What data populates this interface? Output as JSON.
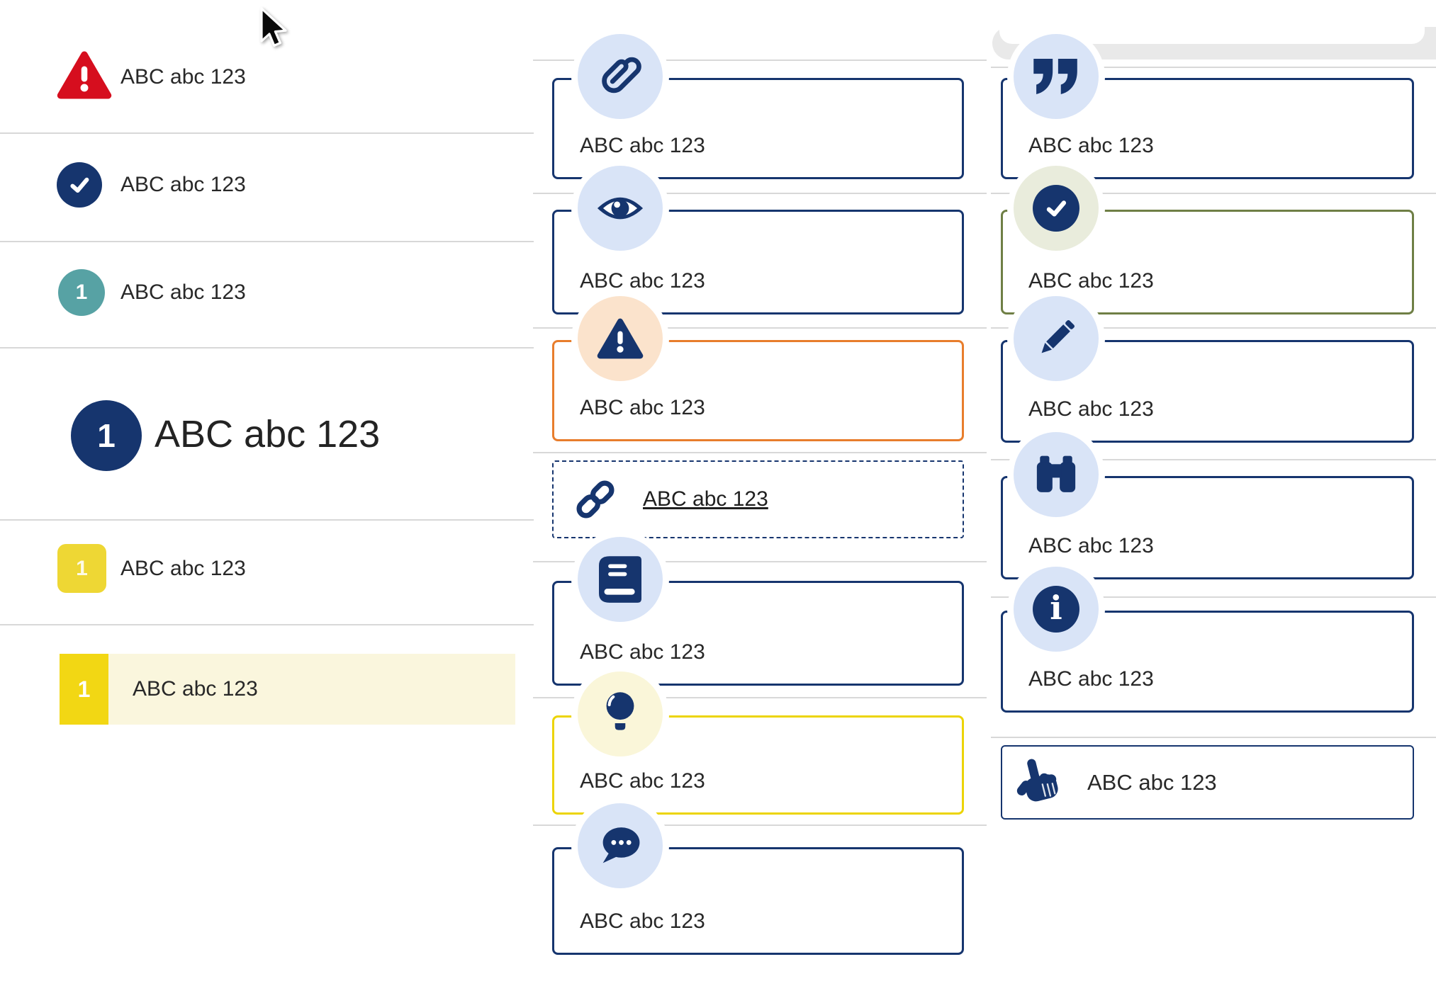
{
  "label_text": "ABC abc 123",
  "colors": {
    "navy": "#16356e",
    "red": "#d60e1e",
    "teal": "#57a2a4",
    "orange": "#e87d2c",
    "olive": "#6f7f45",
    "yellow-border": "#ecd404",
    "yellow-square": "#eed734",
    "yellow-square-bright": "#f2d714",
    "yellow-row-bg": "#faf6dd",
    "pale-yellow-circle": "#faf6d9",
    "light-blue": "#d9e4f7",
    "peach": "#fbe3cc",
    "sage": "#e9ecdc",
    "divider": "#d8d8d8",
    "text": "#282828",
    "band-gray": "#e9e9e9"
  },
  "left_list": {
    "items": [
      {
        "icon": "warning-triangle",
        "label": "ABC abc 123"
      },
      {
        "icon": "check-circle",
        "label": "ABC abc 123"
      },
      {
        "icon": "numbered-circle-teal",
        "number": "1",
        "label": "ABC abc 123"
      },
      {
        "icon": "numbered-circle-navy-large",
        "number": "1",
        "label": "ABC abc 123"
      },
      {
        "icon": "numbered-square-yellow",
        "number": "1",
        "label": "ABC abc 123"
      },
      {
        "icon": "numbered-square-yellow-highlighted",
        "number": "1",
        "label": "ABC abc 123"
      }
    ]
  },
  "middle_column": {
    "cards": [
      {
        "icon": "paperclip",
        "style": "navy",
        "label": "ABC abc 123"
      },
      {
        "icon": "eye",
        "style": "navy",
        "label": "ABC abc 123"
      },
      {
        "icon": "warning",
        "style": "orange",
        "label": "ABC abc 123"
      },
      {
        "icon": "link",
        "style": "dashed",
        "label": "ABC abc 123"
      },
      {
        "icon": "book",
        "style": "navy",
        "label": "ABC abc 123"
      },
      {
        "icon": "lightbulb",
        "style": "yellow",
        "label": "ABC abc 123"
      },
      {
        "icon": "chat",
        "style": "navy",
        "label": "ABC abc 123"
      }
    ]
  },
  "right_column": {
    "cards": [
      {
        "icon": "quote",
        "style": "navy",
        "label": "ABC abc 123"
      },
      {
        "icon": "check",
        "style": "olive",
        "label": "ABC abc 123"
      },
      {
        "icon": "pencil",
        "style": "navy",
        "label": "ABC abc 123"
      },
      {
        "icon": "binoculars",
        "style": "navy",
        "label": "ABC abc 123"
      },
      {
        "icon": "info",
        "style": "navy",
        "label": "ABC abc 123"
      },
      {
        "icon": "pointing-hand",
        "style": "navy-thin",
        "label": "ABC abc 123"
      }
    ]
  },
  "info_glyph": "i"
}
